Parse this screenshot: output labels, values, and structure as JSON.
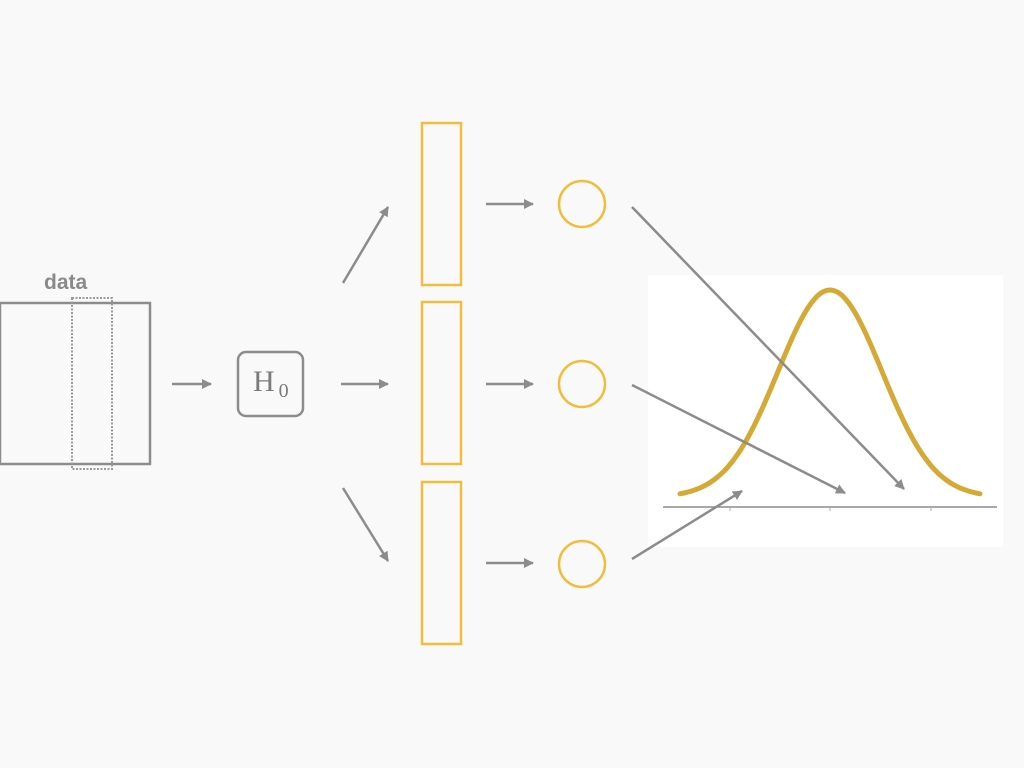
{
  "labels": {
    "data": "data",
    "hypothesis_main": "H",
    "hypothesis_sub": "0"
  },
  "colors": {
    "background": "#f9f9f9",
    "gray": "#8c8c8c",
    "yellow": "#f0bd3c",
    "curve": "#d4a936",
    "panel": "#ffffff"
  },
  "icons": {
    "arrow": "arrow-icon",
    "statistic_circle": "circle-icon"
  }
}
